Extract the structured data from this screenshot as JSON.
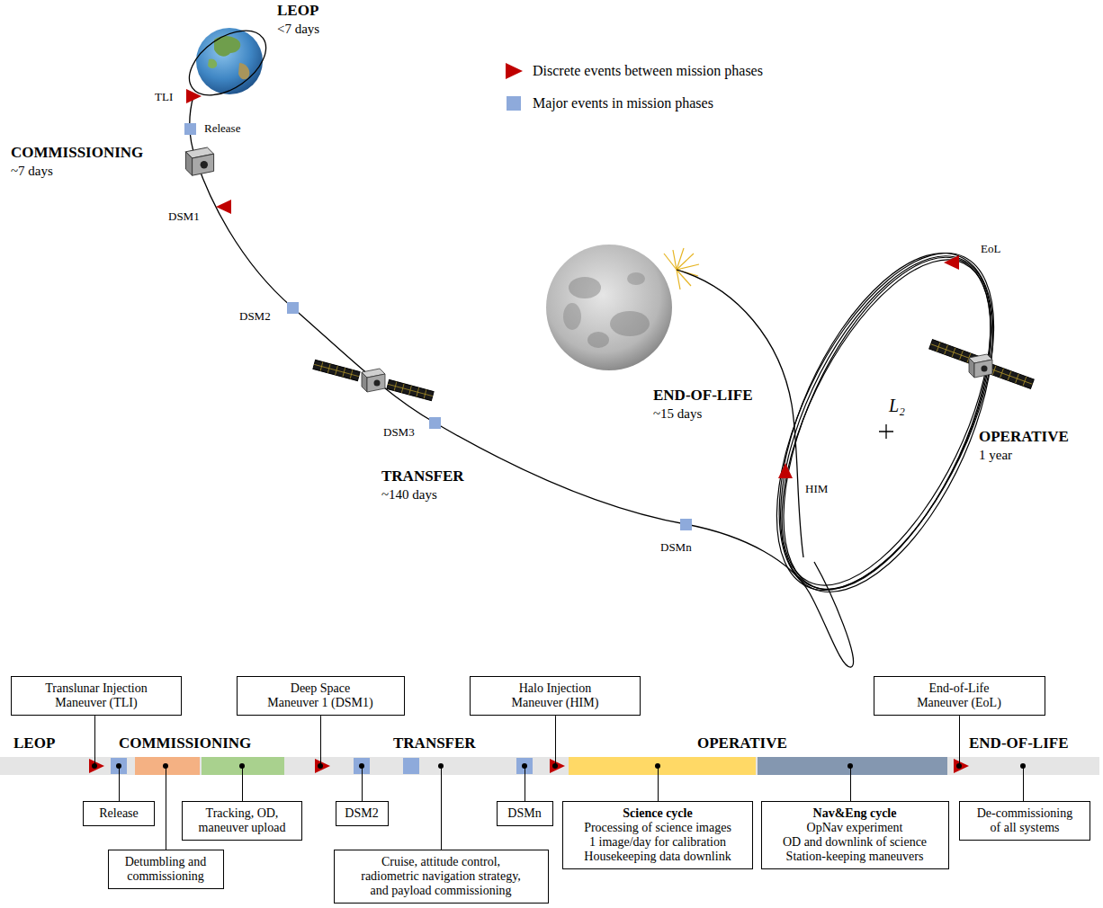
{
  "diagram": {
    "nodes": [
      {
        "text": [
          "Translunar Injection Maneuver (TLI)"
        ]
      },
      {
        "text": [
          "Release"
        ]
      },
      {
        "text": [
          "Detumbling and commissioning"
        ]
      },
      {
        "text": [
          "Tracking, OD, maneuver upload"
        ]
      },
      {
        "text": [
          "Deep Space Maneuver 1 (DSM1)"
        ]
      },
      {
        "text": [
          "DSM2"
        ]
      },
      {
        "text": [
          "Cruise, attitude control, radiometric navigation strategy, and payload commissioning"
        ]
      },
      {
        "text": [
          "Halo Injection Maneuver (HIM)"
        ]
      },
      {
        "text": [
          "DSMn"
        ]
      },
      {
        "text": [
          "Science cycle",
          "Processing of science images",
          "1 image/day for calibration",
          "Housekeeping data downlink"
        ]
      },
      {
        "text": [
          "Nav&Eng cycle",
          "OpNav experiment",
          "OD and downlink of science",
          "Station-keeping maneuvers"
        ]
      },
      {
        "text": [
          "End-of-Life Maneuver (EoL)"
        ]
      },
      {
        "text": [
          "De-commissioning of all systems"
        ]
      }
    ],
    "labels": [
      "LEOP",
      "<7 days",
      "TLI",
      "Release",
      "COMMISSIONING",
      "~7 days",
      "DSM1",
      "DSM2",
      "DSM3",
      "TRANSFER",
      "~140 days",
      "DSMn",
      "END-OF-LIFE",
      "~15 days",
      "EoL",
      "L₂",
      "OPERATIVE",
      "1 year",
      "HIM",
      "LEOP",
      "COMMISSIONING",
      "TRANSFER",
      "OPERATIVE",
      "END-OF-LIFE"
    ],
    "legend": [
      {
        "text": "Discrete events between mission phases"
      },
      {
        "text": "Major events in mission phases",
        "color": "#8eaadb"
      }
    ]
  }
}
